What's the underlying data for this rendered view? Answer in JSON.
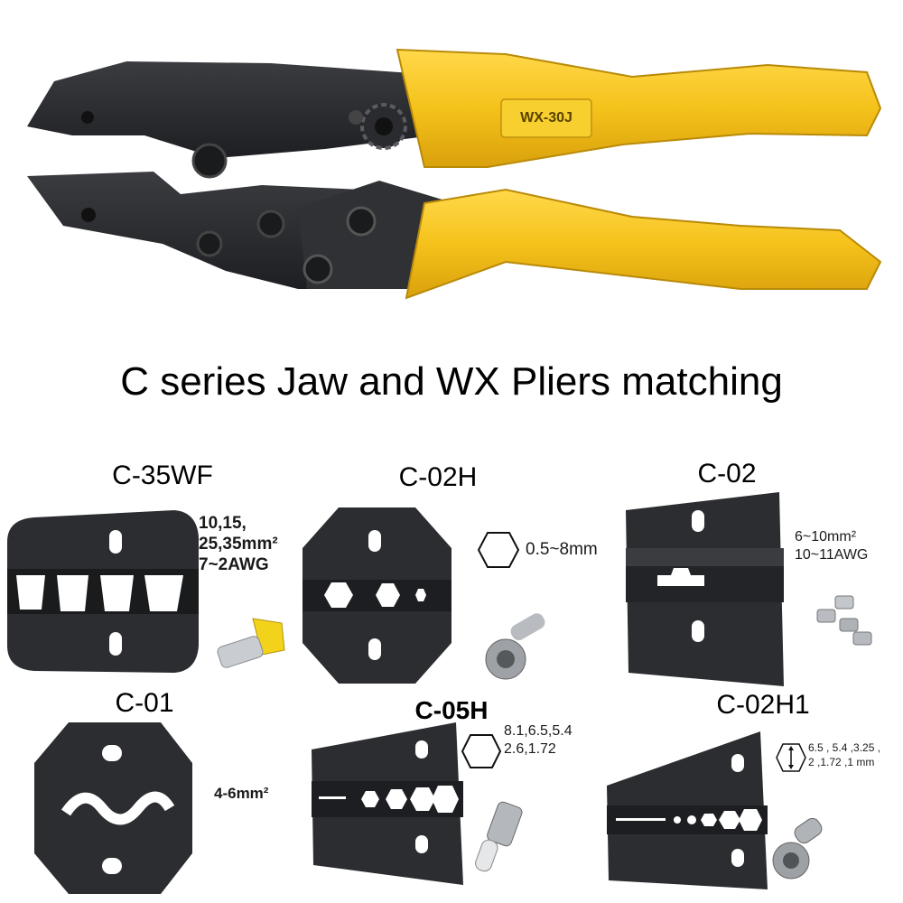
{
  "pliers": {
    "model_label": "WX-30J"
  },
  "headline": "C series Jaw and WX Pliers matching",
  "jaws": [
    {
      "name": "C-35WF",
      "specs": [
        "10,15,",
        "25,35mm²",
        "7~2AWG"
      ]
    },
    {
      "name": "C-02H",
      "specs": [
        "0.5~8mm"
      ]
    },
    {
      "name": "C-02",
      "specs": [
        "6~10mm²",
        "10~11AWG"
      ]
    },
    {
      "name": "C-01",
      "specs": [
        "4-6mm²"
      ]
    },
    {
      "name": "C-05H",
      "specs": [
        "8.1,6.5,5.4",
        "2.6,1.72"
      ]
    },
    {
      "name": "C-02H1",
      "specs": [
        "6.5 , 5.4 ,3.25 ,",
        "2 ,1.72 ,1 mm"
      ]
    }
  ],
  "colors": {
    "handle": "#f5c21b",
    "steel": "#2b2d30",
    "background": "#ffffff"
  }
}
